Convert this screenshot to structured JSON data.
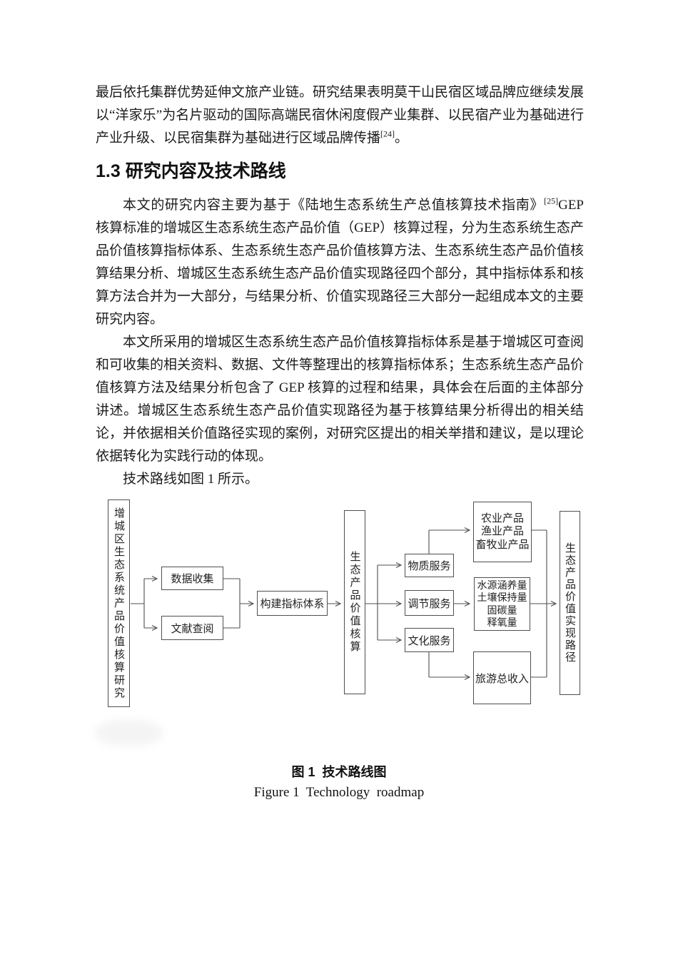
{
  "document": {
    "para_continuation": "最后依托集群优势延伸文旅产业链。研究结果表明莫干山民宿区域品牌应继续发展以“洋家乐”为名片驱动的国际高端民宿休闲度假产业集群、以民宿产业为基础进行产业升级、以民宿集群为基础进行区域品牌传播",
    "ref24": "[24]",
    "para_continuation_tail": "。",
    "section_heading": "1.3  研究内容及技术路线",
    "para2_lead": "本文的研究内容主要为基于《陆地生态系统生产总值核算技术指南》",
    "ref25": "[25]",
    "para2_rest": "GEP 核算标准的增城区生态系统生态产品价值（GEP）核算过程，分为生态系统生态产品价值核算指标体系、生态系统生态产品价值核算方法、生态系统生态产品价值核算结果分析、增城区生态系统生态产品价值实现路径四个部分，其中指标体系和核算方法合并为一大部分，与结果分析、价值实现路径三大部分一起组成本文的主要研究内容。",
    "para3": "本文所采用的增城区生态系统生态产品价值核算指标体系是基于增城区可查阅和可收集的相关资料、数据、文件等整理出的核算指标体系；生态系统生态产品价值核算方法及结果分析包含了 GEP 核算的过程和结果，具体会在后面的主体部分讲述。增城区生态系统生态产品价值实现路径为基于核算结果分析得出的相关结论，并依据相关价值路径实现的案例，对研究区提出的相关举措和建议，是以理论依据转化为实践行动的体现。",
    "para4": "技术路线如图 1 所示。"
  },
  "figure": {
    "boxes": {
      "root": "增城区生态系统产品价值核算研究",
      "data_collection": "数据收集",
      "literature_review": "文献查阅",
      "build_indicators": "构建指标体系",
      "gep_accounting": "生态产品价值核算",
      "material_services": "物质服务",
      "regulating_services": "调节服务",
      "cultural_services": "文化服务",
      "material_outputs": {
        "line1": "农业产品",
        "line2": "渔业产品",
        "line3": "畜牧业产品"
      },
      "regulating_outputs": {
        "line1": "水源涵养量",
        "line2": "土壤保持量",
        "line3": "固碳量",
        "line4": "释氧量"
      },
      "cultural_output": "旅游总收入",
      "realization_path": "生态产品价值实现路径"
    },
    "caption_zh": "图 1  技术路线图",
    "caption_en": "Figure 1  Technology  roadmap"
  },
  "colors": {
    "line": "#4f4f4f",
    "text": "#1c1c1c"
  }
}
